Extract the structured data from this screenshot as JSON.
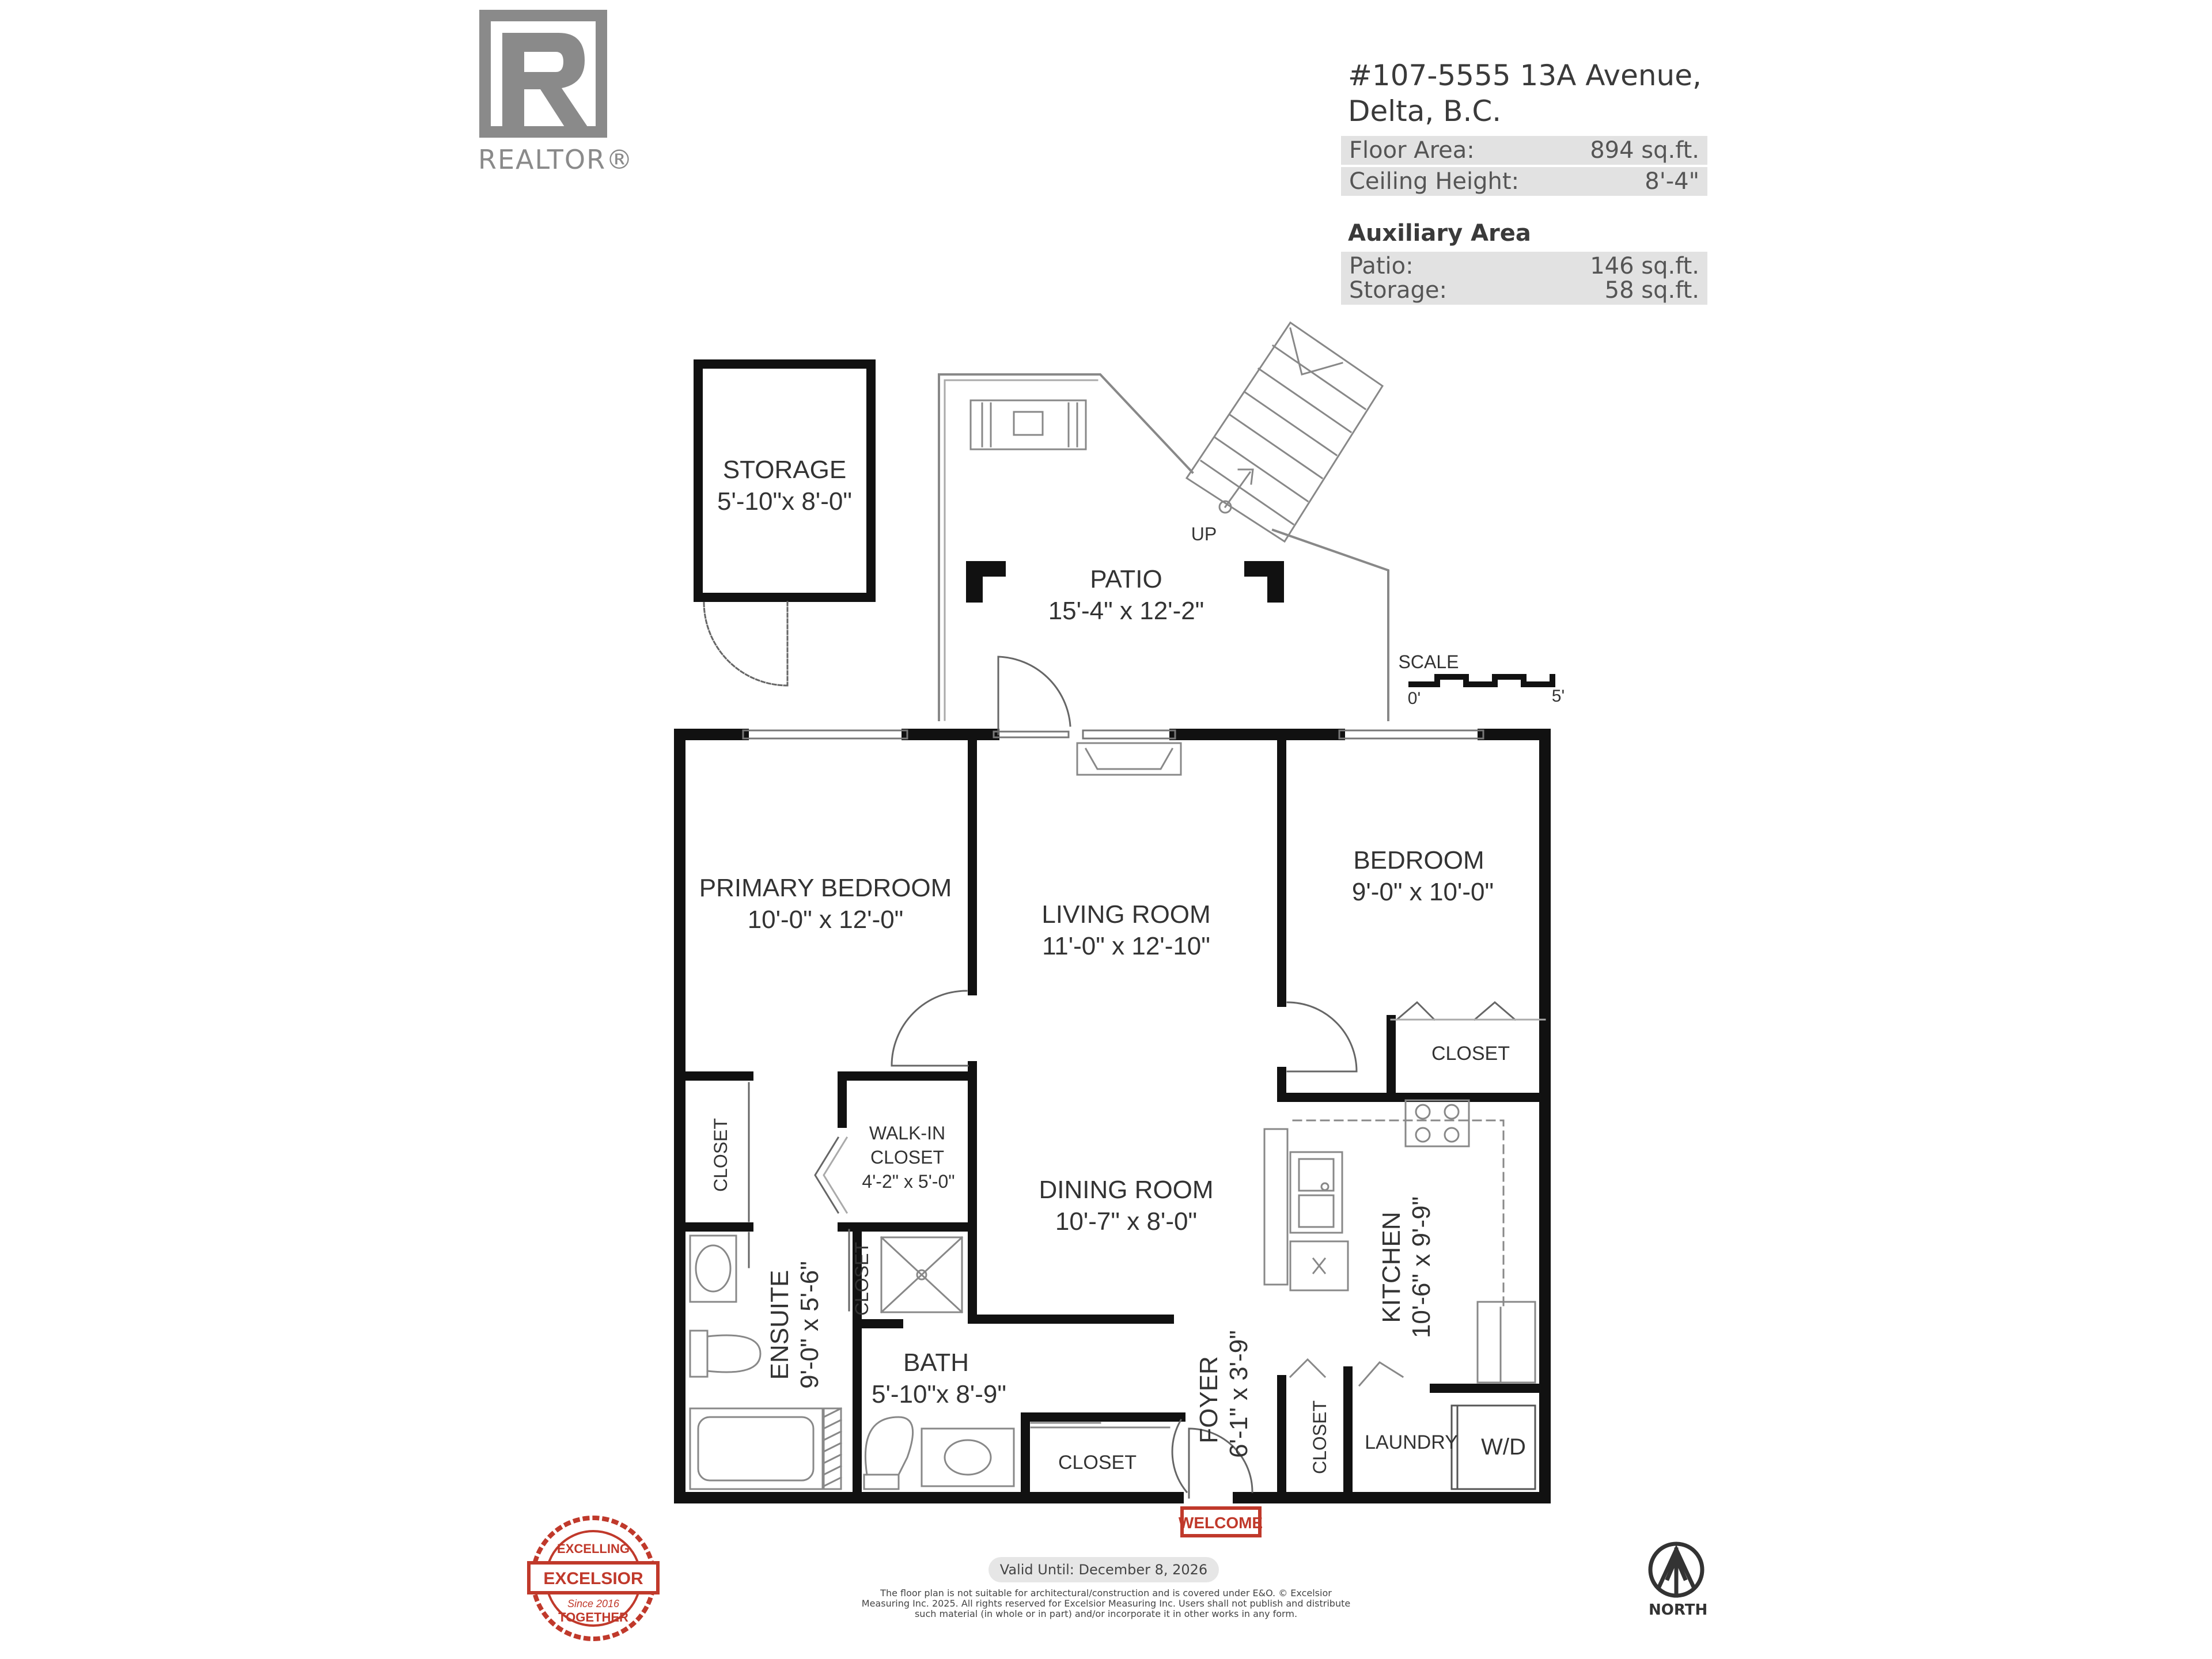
{
  "brand": {
    "logo_text": "REALTOR®",
    "icon": "realtor-r-icon",
    "icon_color": "#8a8a8a"
  },
  "address": {
    "line1": "#107-5555 13A Avenue,",
    "line2": "Delta, B.C."
  },
  "specs": {
    "floor_area_label": "Floor Area:",
    "floor_area_value": "894 sq.ft.",
    "ceiling_label": "Ceiling Height:",
    "ceiling_value": "8'-4\""
  },
  "auxiliary": {
    "title": "Auxiliary Area",
    "patio_label": "Patio:",
    "patio_value": "146 sq.ft.",
    "storage_label": "Storage:",
    "storage_value": "58 sq.ft."
  },
  "rooms": {
    "storage_name": "STORAGE",
    "storage_dim": "5'-10\"x 8'-0\"",
    "patio_name": "PATIO",
    "patio_dim": "15'-4\" x 12'-2\"",
    "up_label": "UP",
    "primary_name": "PRIMARY BEDROOM",
    "primary_dim": "10'-0\" x 12'-0\"",
    "living_name": "LIVING ROOM",
    "living_dim": "11'-0\" x 12'-10\"",
    "bedroom_name": "BEDROOM",
    "bedroom_dim": "9'-0\" x 10'-0\"",
    "closet_label": "CLOSET",
    "walkin_line1": "WALK-IN",
    "walkin_line2": "CLOSET",
    "walkin_dim": "4'-2\" x 5'-0\"",
    "dining_name": "DINING ROOM",
    "dining_dim": "10'-7\" x 8'-0\"",
    "ensuite_name": "ENSUITE",
    "ensuite_dim": "9'-0\" x 5'-6\"",
    "bath_name": "BATH",
    "bath_dim": "5'-10\"x 8'-9\"",
    "foyer_name": "FOYER",
    "foyer_dim": "6'-1\" x 3'-9\"",
    "kitchen_name": "KITCHEN",
    "kitchen_dim": "10'-6\" x 9'-9\"",
    "laundry_name": "LAUNDRY",
    "wd_label": "W/D",
    "welcome_label": "WELCOME"
  },
  "scale": {
    "label": "SCALE",
    "start": "0'",
    "end": "5'"
  },
  "footer": {
    "valid": "Valid Until: December 8, 2026",
    "disclaimer": "The floor plan is not suitable for architectural/construction and is covered under E&O. © Excelsior Measuring Inc. 2025. All rights reserved for Excelsior Measuring Inc. Users shall not publish and distribute such material (in whole or in part) and/or incorporate it in other works in any form.",
    "north_label": "NORTH",
    "seal_top": "EXCELLING",
    "seal_center": "EXCELSIOR",
    "seal_since": "Since 2016",
    "seal_bottom": "TOGETHER",
    "seal_color": "#c0392b",
    "welcome_color": "#c0392b"
  }
}
